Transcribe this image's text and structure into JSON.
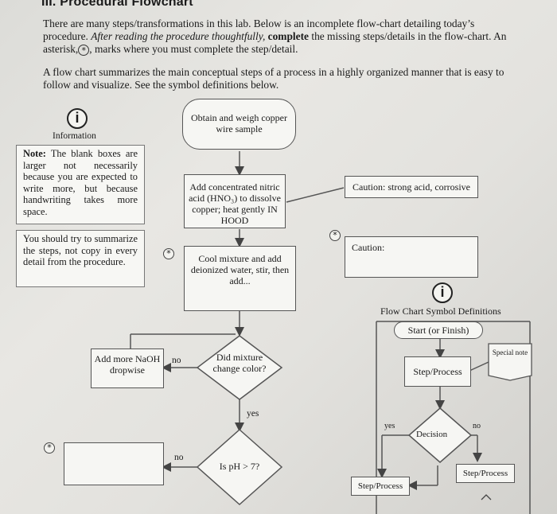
{
  "heading": "III. Procedural Flowchart",
  "intro": {
    "p1_part1": "There are many steps/transformations in this lab. Below is an incomplete flow-chart detailing today’s procedure.",
    "p1_italic": "After reading the procedure thoughtfully,",
    "p1_bold": "complete",
    "p1_part2": "the missing steps/details in the flow-chart. An asterisk,",
    "p1_star": "*",
    "p1_part3": ", marks where you must complete the step/detail.",
    "p2": "A flow chart summarizes the main conceptual steps of a process in a highly organized manner that is easy to follow and visualize. See the symbol definitions below."
  },
  "info_panel": {
    "icon_glyph": "i",
    "label": "Information",
    "note_bold": "Note:",
    "note_text": "The blank boxes are larger not necessarily because you are expected to write more, but because handwriting takes more space.",
    "tip_text": "You should try to summarize the steps, not copy in every detail from the procedure."
  },
  "flowchart": {
    "start": "Obtain and weigh copper wire sample",
    "step1": "Add concentrated nitric acid (HNO₃) to dissolve copper; heat gently IN HOOD",
    "caution1": "Caution: strong acid, corrosive",
    "caution2": "Caution:",
    "step2": "Cool mixture and add deionized water, stir, then add...",
    "decision1": "Did mixture change color?",
    "side_step": "Add more NaOH dropwise",
    "no1": "no",
    "yes1": "yes",
    "decision2": "Is pH > 7?",
    "no2": "no",
    "star": "*"
  },
  "legend": {
    "title": "Flow Chart Symbol Definitions",
    "icon_glyph": "i",
    "start": "Start (or Finish)",
    "special": "Special note",
    "step": "Step/Process",
    "decision": "Decision",
    "yes": "yes",
    "no": "no",
    "step_left": "Step/Process",
    "step_right": "Step/Process"
  }
}
